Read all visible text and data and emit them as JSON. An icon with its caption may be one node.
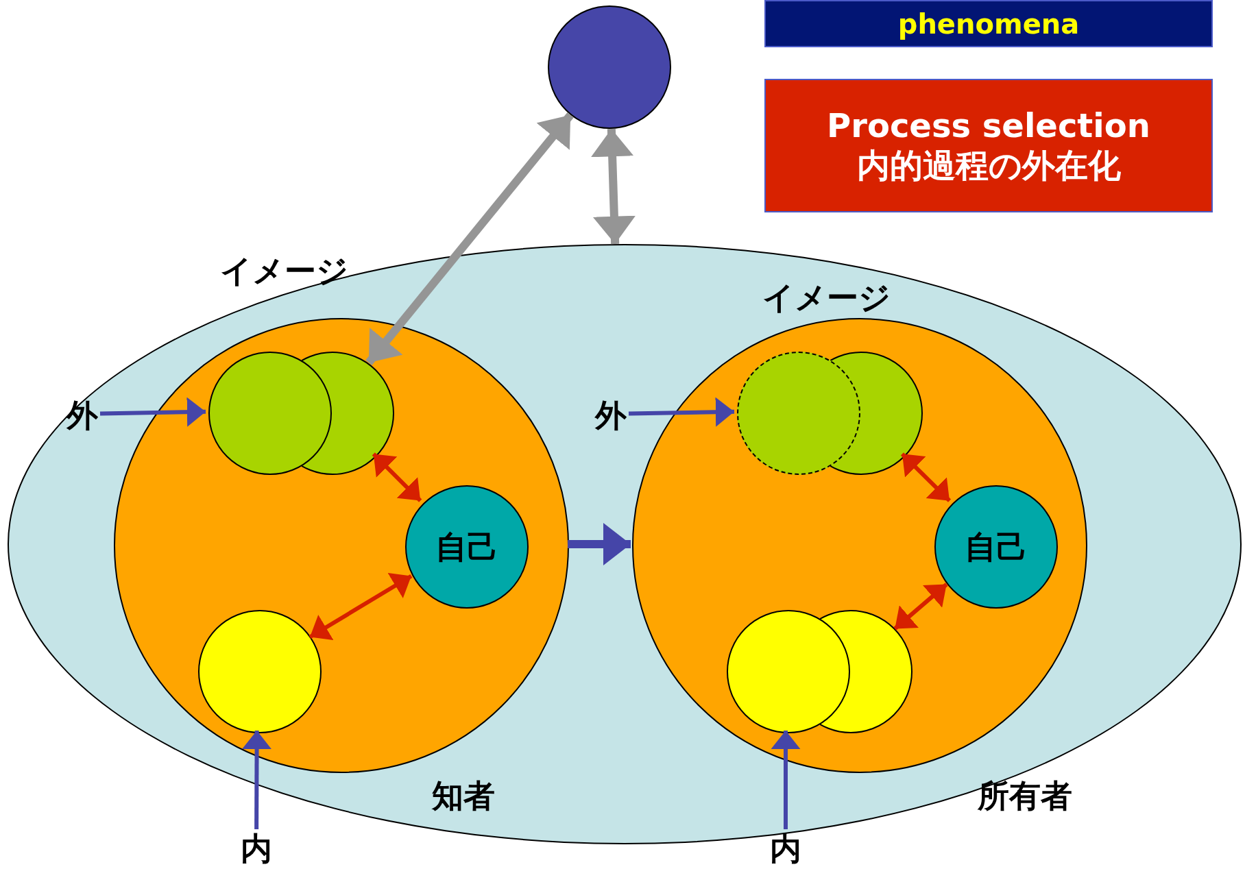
{
  "diagram": {
    "nodes": [
      {
        "text": [
          "phenomena"
        ]
      },
      {
        "text": [
          "Process selection",
          "内的過程の外在化"
        ]
      },
      {
        "text": [],
        "shape": "circle"
      },
      {
        "text": [],
        "shape": "ellipse"
      },
      {
        "text": [],
        "shape": "circle",
        "in": 3,
        "beside": [
          "イメージ",
          "知者"
        ]
      },
      {
        "text": [],
        "shape": "circle",
        "in": 4
      },
      {
        "text": [],
        "shape": "circle",
        "in": 4
      },
      {
        "text": [
          "自己"
        ],
        "in": 4
      },
      {
        "text": [],
        "shape": "circle",
        "in": 4
      },
      {
        "text": [
          "外"
        ],
        "in": 3
      },
      {
        "text": [
          "内"
        ]
      },
      {
        "text": [],
        "shape": "circle",
        "in": 3,
        "beside": [
          "イメージ",
          "所有者"
        ]
      },
      {
        "text": [],
        "shape": "circle",
        "in": 11
      },
      {
        "text": [],
        "shape": "circle",
        "in": 11
      },
      {
        "text": [
          "自己"
        ],
        "in": 11
      },
      {
        "text": [],
        "shape": "circle",
        "in": 11
      },
      {
        "text": [],
        "shape": "circle",
        "in": 11
      },
      {
        "text": [
          "外"
        ],
        "in": 3
      },
      {
        "text": [
          "内"
        ]
      }
    ],
    "edges": [
      {
        "from": 2,
        "to": 5,
        "arrow": "both",
        "style": "thick",
        "color": "#959595"
      },
      {
        "from": 2,
        "to": 3,
        "arrow": "both",
        "style": "thick",
        "color": "#959595"
      },
      {
        "from": 9,
        "to": 6,
        "arrow": "to"
      },
      {
        "from": 10,
        "to": 8,
        "arrow": "to"
      },
      {
        "from": 5,
        "to": 7,
        "arrow": "both",
        "color": "#d62000"
      },
      {
        "from": 8,
        "to": 7,
        "arrow": "both",
        "color": "#d62000"
      },
      {
        "from": 4,
        "to": 11,
        "arrow": "to",
        "style": "thick"
      },
      {
        "from": 17,
        "to": 13,
        "arrow": "to"
      },
      {
        "from": 12,
        "to": 14,
        "arrow": "both",
        "color": "#d62000"
      },
      {
        "from": 15,
        "to": 14,
        "arrow": "both",
        "color": "#d62000"
      },
      {
        "from": 18,
        "to": 16,
        "arrow": "to"
      }
    ]
  }
}
